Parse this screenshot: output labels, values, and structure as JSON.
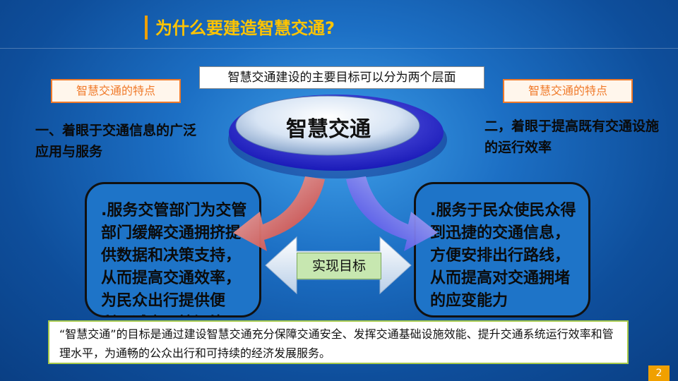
{
  "slide": {
    "title": "为什么要建造智慧交通?",
    "goal_box": "智慧交通建设的主要目标可以分为两个层面",
    "feature_left": "智慧交通的特点",
    "feature_right": "智慧交通的特点",
    "heading_left": "一、着眼于交通信息的广泛应用与服务",
    "heading_right": "二，着眼于提高既有交通设施的运行效率",
    "center_label": "智慧交通",
    "left_box_text": ".服务交管部门为交管部门缓解交通拥挤提供数据和决策支持，从而提高交通效率，为民众出行提供便利，减少环境污染",
    "right_box_text": ".服务于民众使民众得到迅捷的交通信息，方便安排出行路线，从而提高对交通拥堵的应变能力",
    "target_label": "实现目标",
    "summary": "“智慧交通”的目标是通过建设智慧交通充分保障交通安全、发挥交通基础设施效能、提升交通系统运行效率和管理水平，为通畅的公众出行和可持续的经济发展服务。",
    "page_number": "2"
  },
  "colors": {
    "title": "#ffc400",
    "accent_orange": "#f07a2a",
    "page_number_bg": "#f0a000",
    "target_bg": "#c7e7b0",
    "summary_border": "#a6c84a"
  }
}
